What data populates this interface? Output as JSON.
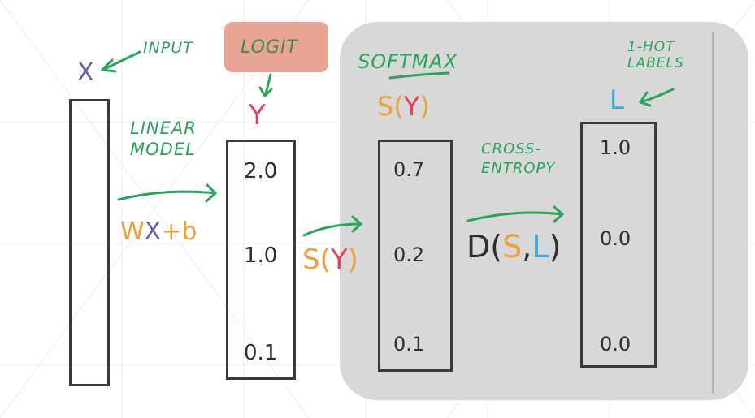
{
  "colors": {
    "green": "#2aa35c",
    "orange": "#e9a33a",
    "red": "#e04458",
    "blue": "#3aa8e0",
    "purple": "#6c5ba8",
    "logit_bg": "#e8a596",
    "panel_bg": "#d8d8d8"
  },
  "labels": {
    "x": "X",
    "input": "INPUT",
    "logit": "LOGIT",
    "y": "Y",
    "linear_model": "LINEAR MODEL",
    "wxb_w": "W",
    "wxb_x": "X",
    "wxb_plus_b": "+b",
    "softmax": "SOFTMAX",
    "s_of_y_s": "S(",
    "s_of_y_y": "Y",
    "s_of_y_close": ")",
    "cross_entropy": "CROSS-\nENTROPY",
    "d_open": "D(",
    "d_s": "S",
    "d_comma": ",",
    "d_l": "L",
    "d_close": ")",
    "one_hot": "1-HOT\nLABELS",
    "l": "L"
  },
  "logits": [
    "2.0",
    "1.0",
    "0.1"
  ],
  "probs": [
    "0.7",
    "0.2",
    "0.1"
  ],
  "one_hot_labels": [
    "1.0",
    "0.0",
    "0.0"
  ]
}
